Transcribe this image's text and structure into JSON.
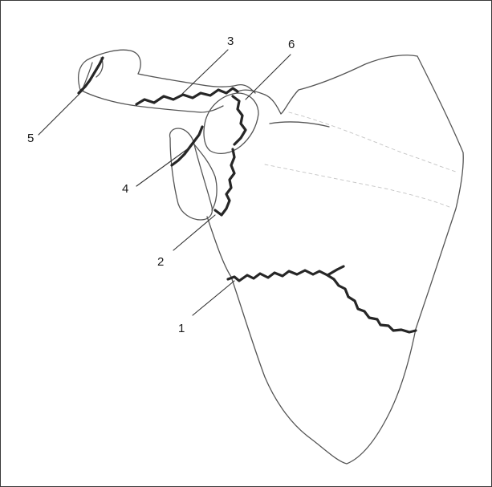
{
  "colors": {
    "outline": "#555555",
    "fracture": "#262626",
    "frame": "#3a3a3a",
    "background": "#ffffff"
  },
  "callouts": [
    {
      "id": "1",
      "label": "1"
    },
    {
      "id": "2",
      "label": "2"
    },
    {
      "id": "3",
      "label": "3"
    },
    {
      "id": "4",
      "label": "4"
    },
    {
      "id": "5",
      "label": "5"
    },
    {
      "id": "6",
      "label": "6"
    }
  ]
}
